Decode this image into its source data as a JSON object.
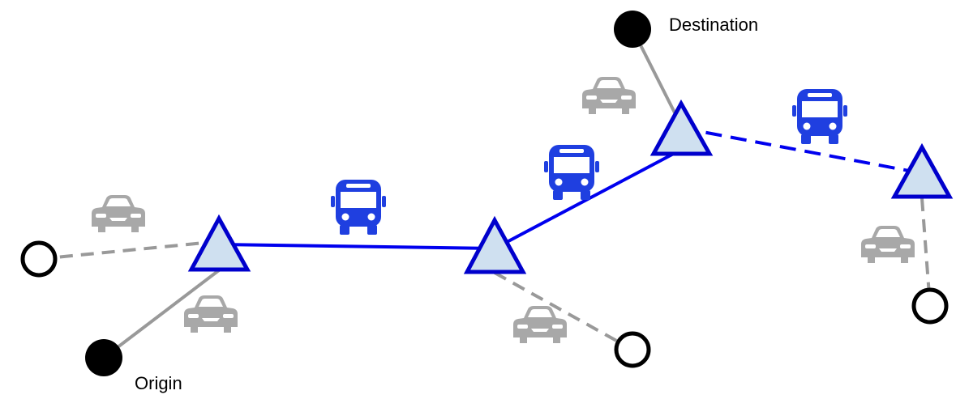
{
  "labels": {
    "origin": "Origin",
    "destination": "Destination"
  },
  "icons": {
    "car": "car-icon",
    "bus": "bus-icon",
    "station": "transit-stop-triangle"
  },
  "colors": {
    "transit_line": "#0000ee",
    "bus_icon": "#1f3fe0",
    "walk_or_drive_link": "#999999",
    "car_icon": "#a8a8a8",
    "stop_fill": "#cfe0f0",
    "stop_stroke": "#0000cc",
    "endpoint_filled": "#000000",
    "endpoint_open_fill": "#ffffff"
  }
}
